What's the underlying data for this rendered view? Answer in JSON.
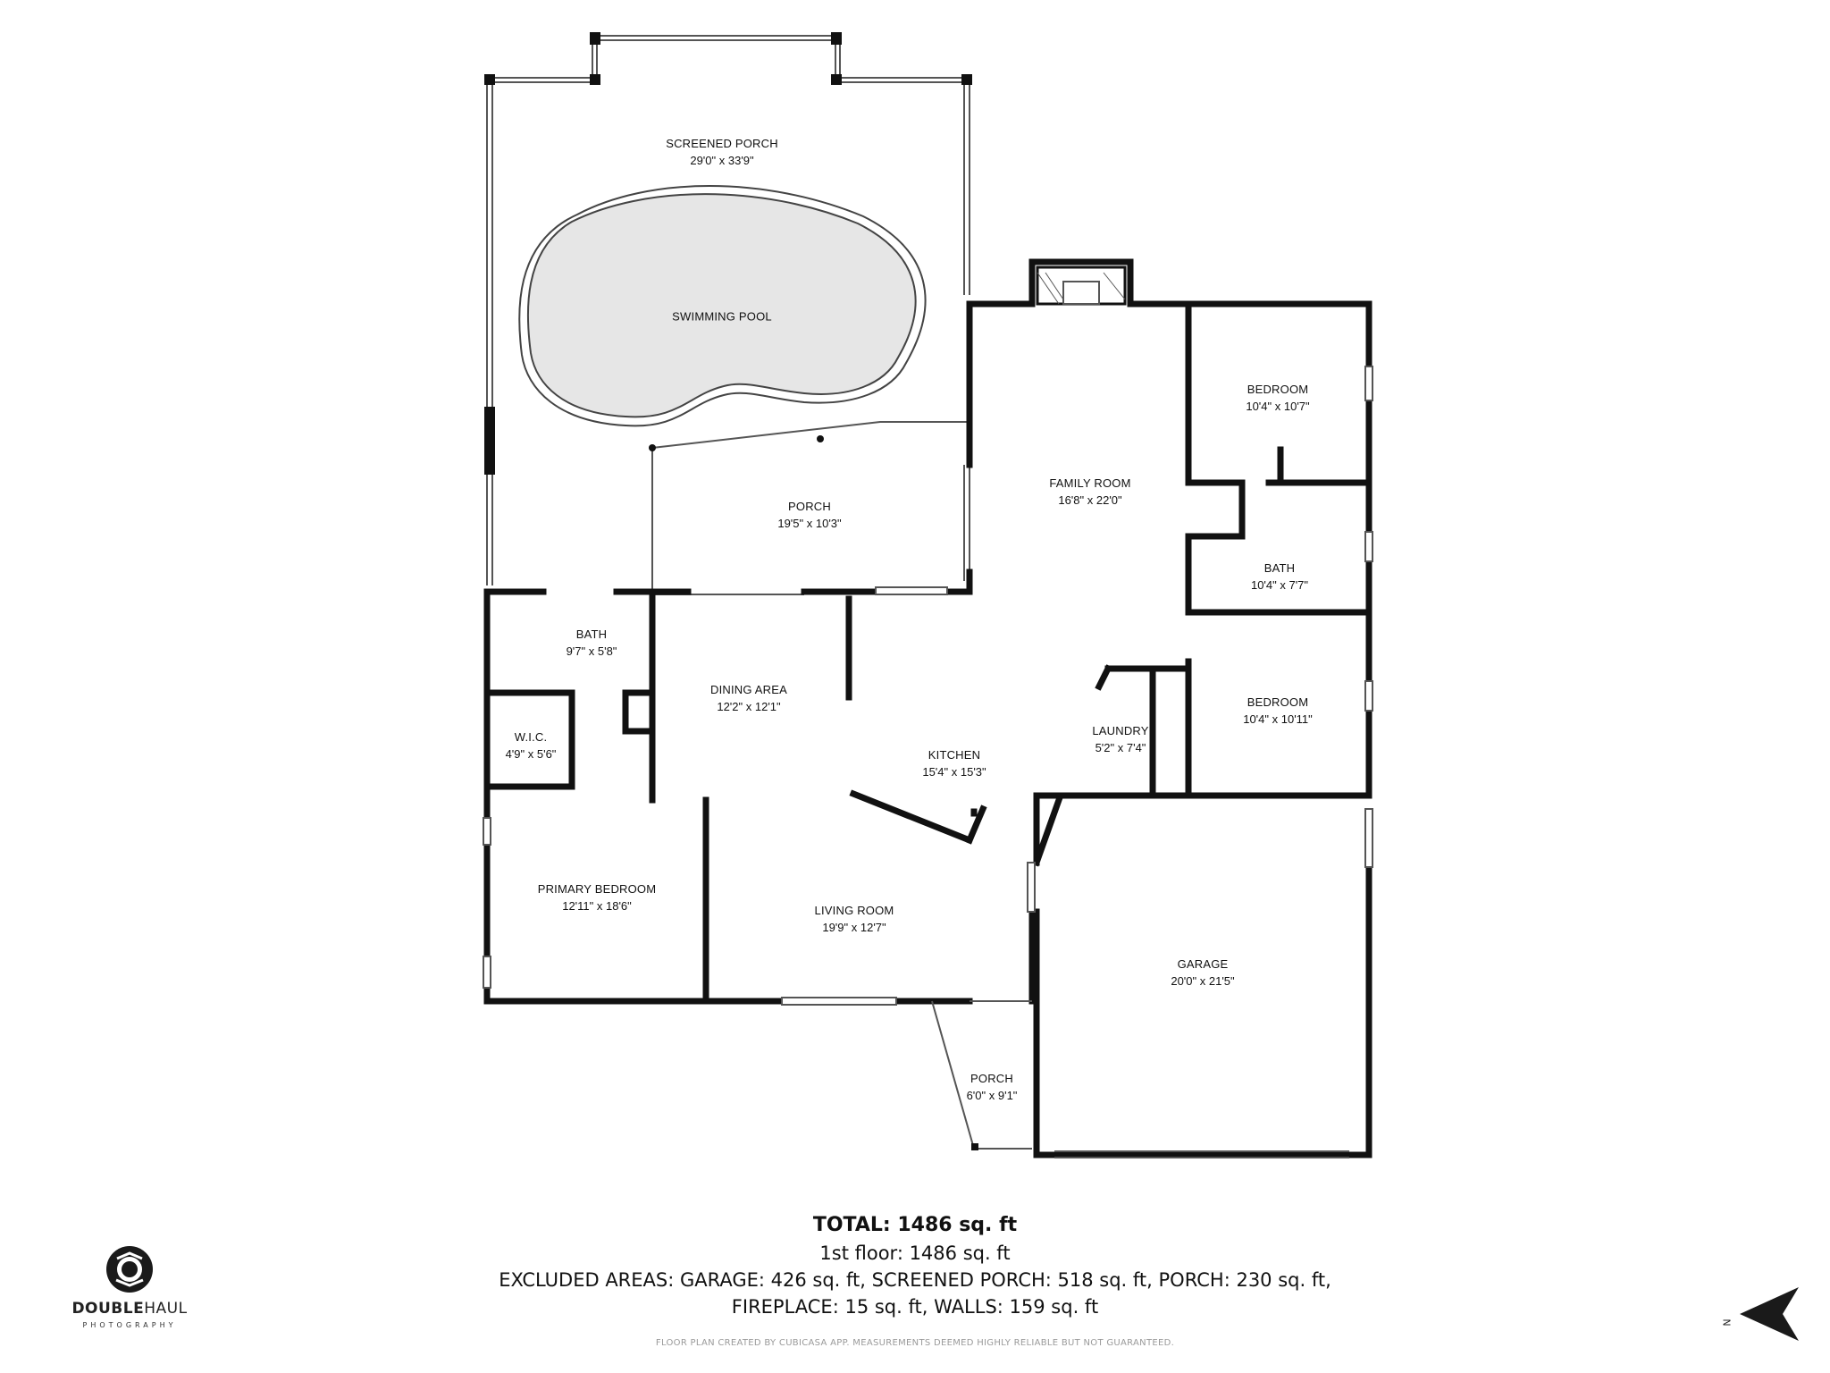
{
  "rooms": {
    "screened_porch": {
      "name": "SCREENED PORCH",
      "dim": "29'0\" x 33'9\""
    },
    "swimming_pool": {
      "name": "SWIMMING POOL"
    },
    "porch_back": {
      "name": "PORCH",
      "dim": "19'5\" x 10'3\""
    },
    "family_room": {
      "name": "FAMILY ROOM",
      "dim": "16'8\" x 22'0\""
    },
    "bedroom_1": {
      "name": "BEDROOM",
      "dim": "10'4\" x 10'7\""
    },
    "bath_2": {
      "name": "BATH",
      "dim": "10'4\" x 7'7\""
    },
    "bedroom_2": {
      "name": "BEDROOM",
      "dim": "10'4\" x 10'11\""
    },
    "laundry": {
      "name": "LAUNDRY",
      "dim": "5'2\" x 7'4\""
    },
    "bath_1": {
      "name": "BATH",
      "dim": "9'7\" x 5'8\""
    },
    "wic": {
      "name": "W.I.C.",
      "dim": "4'9\" x 5'6\""
    },
    "dining_area": {
      "name": "DINING AREA",
      "dim": "12'2\" x 12'1\""
    },
    "kitchen": {
      "name": "KITCHEN",
      "dim": "15'4\" x 15'3\""
    },
    "primary_bedroom": {
      "name": "PRIMARY BEDROOM",
      "dim": "12'11\" x 18'6\""
    },
    "living_room": {
      "name": "LIVING ROOM",
      "dim": "19'9\" x 12'7\""
    },
    "garage": {
      "name": "GARAGE",
      "dim": "20'0\" x 21'5\""
    },
    "porch_front": {
      "name": "PORCH",
      "dim": "6'0\" x 9'1\""
    }
  },
  "summary": {
    "total": "TOTAL: 1486 sq. ft",
    "floor": "1st floor: 1486 sq. ft",
    "excluded_line1": "EXCLUDED AREAS: GARAGE: 426 sq. ft, SCREENED PORCH: 518 sq. ft, PORCH: 230 sq. ft,",
    "excluded_line2": "FIREPLACE: 15 sq. ft, WALLS: 159 sq. ft",
    "disclaimer": "FLOOR PLAN CREATED BY CUBICASA APP. MEASUREMENTS DEEMED HIGHLY RELIABLE BUT NOT GUARANTEED."
  },
  "logo": {
    "name_bold": "DOUBLE",
    "name_light": "HAUL",
    "sub": "PHOTOGRAPHY"
  },
  "compass": {
    "label": "N"
  },
  "colors": {
    "wall": "#111111",
    "pool_fill": "#e6e6e6",
    "thin_line": "#555555"
  }
}
